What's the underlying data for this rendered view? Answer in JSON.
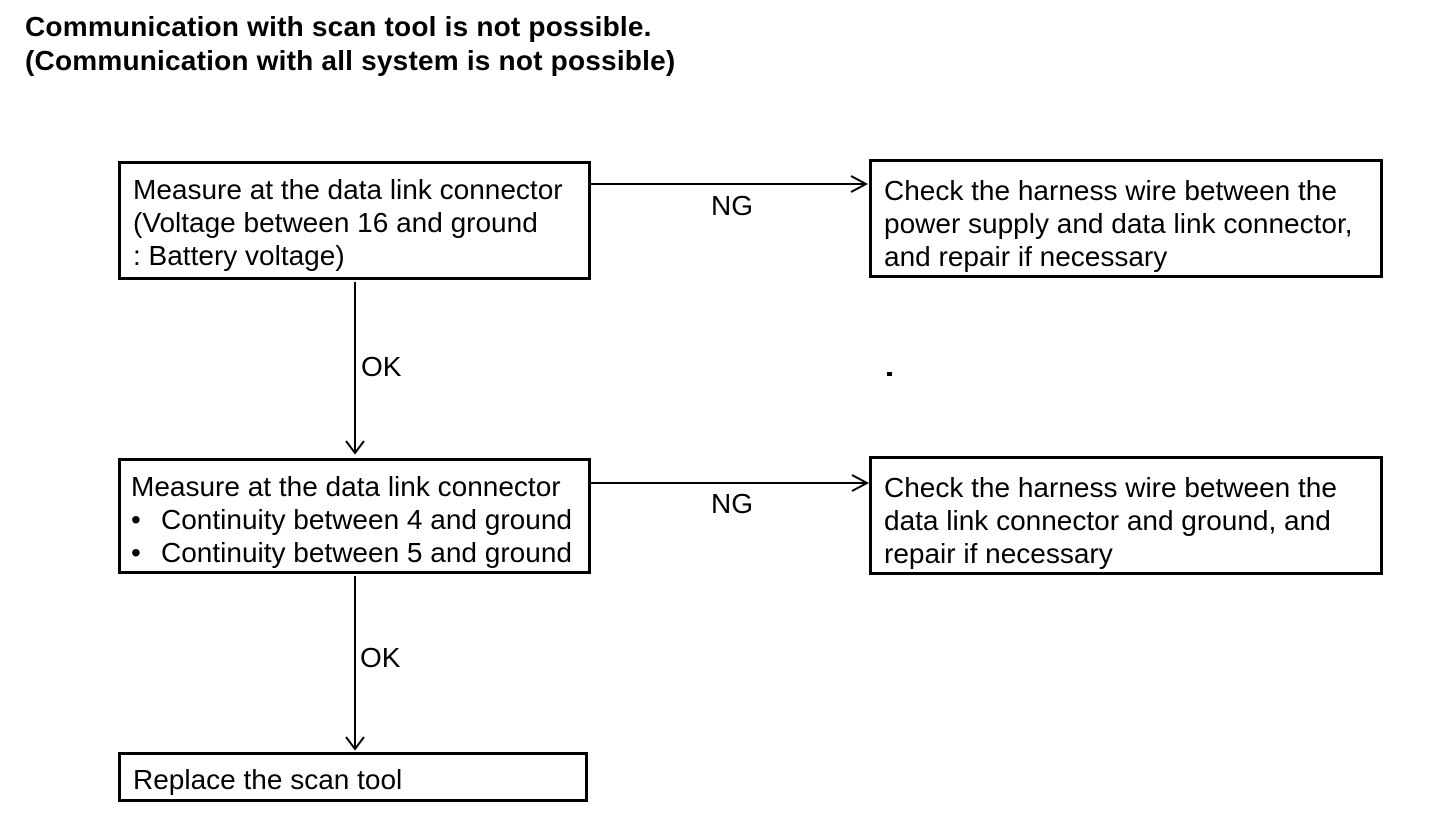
{
  "title": {
    "line1": "Communication with scan tool is not possible.",
    "line2": "(Communication with all system is not possible)"
  },
  "labels": {
    "ng": "NG",
    "ok": "OK",
    "bullet": "•"
  },
  "boxes": {
    "measure_voltage": {
      "lines": [
        "Measure at the data link connector",
        "(Voltage between 16 and ground",
        ": Battery voltage)"
      ]
    },
    "check_power_harness": {
      "lines": [
        "Check the harness wire between the",
        "power supply and data link connector,",
        "and repair if necessary"
      ]
    },
    "measure_continuity": {
      "intro": "Measure at the data link connector",
      "bullets": [
        "Continuity between 4 and ground",
        "Continuity between 5 and ground"
      ]
    },
    "check_ground_harness": {
      "lines": [
        "Check the harness wire between the",
        "data link connector and ground, and",
        "repair if necessary"
      ]
    },
    "replace_scan_tool": {
      "lines": [
        "Replace the scan tool"
      ]
    }
  },
  "colors": {
    "ink": "#000000",
    "paper": "#ffffff"
  }
}
